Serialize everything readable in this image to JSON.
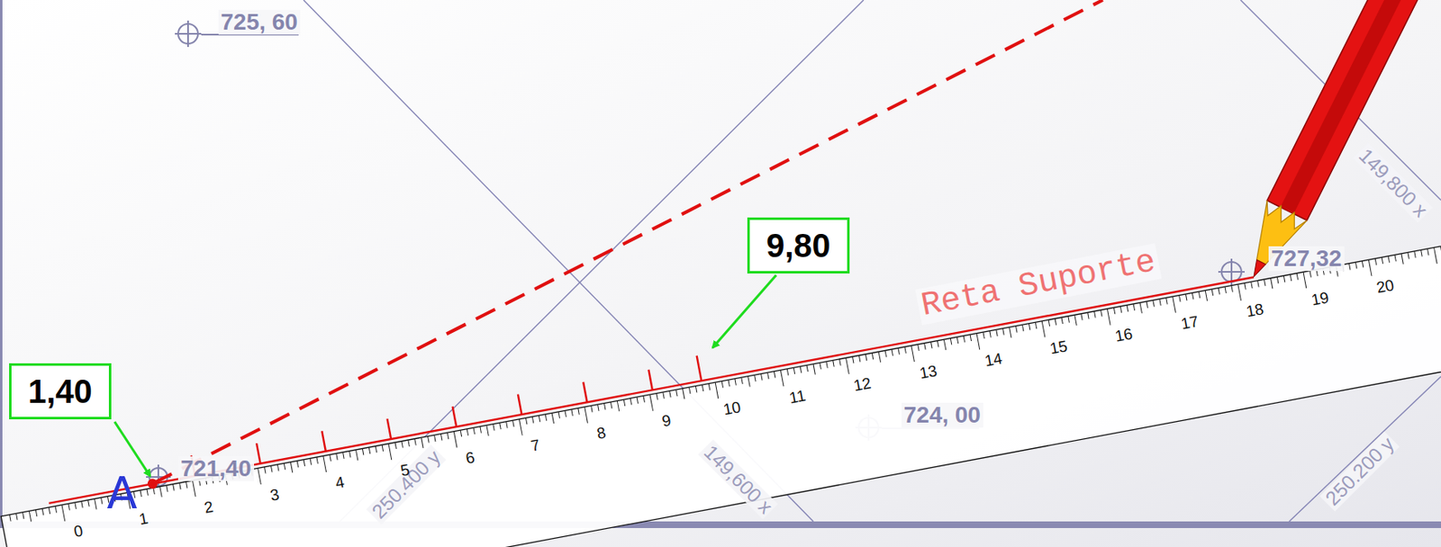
{
  "diagram": {
    "nodes": [
      {
        "text": [
          "1,40"
        ]
      },
      {
        "text": [
          "9,80"
        ]
      }
    ],
    "labels": [
      "725, 60",
      "721,40",
      "724, 00",
      "727,32",
      "149,800 x",
      "250.200 y",
      "250.400 y",
      "149,600 x",
      "Reta Suporte",
      "A",
      "0",
      "1",
      "2",
      "3",
      "4",
      "5",
      "6",
      "7",
      "8",
      "9",
      "10",
      "11",
      "12",
      "13",
      "14",
      "15",
      "16",
      "17",
      "18",
      "19",
      "20"
    ]
  }
}
